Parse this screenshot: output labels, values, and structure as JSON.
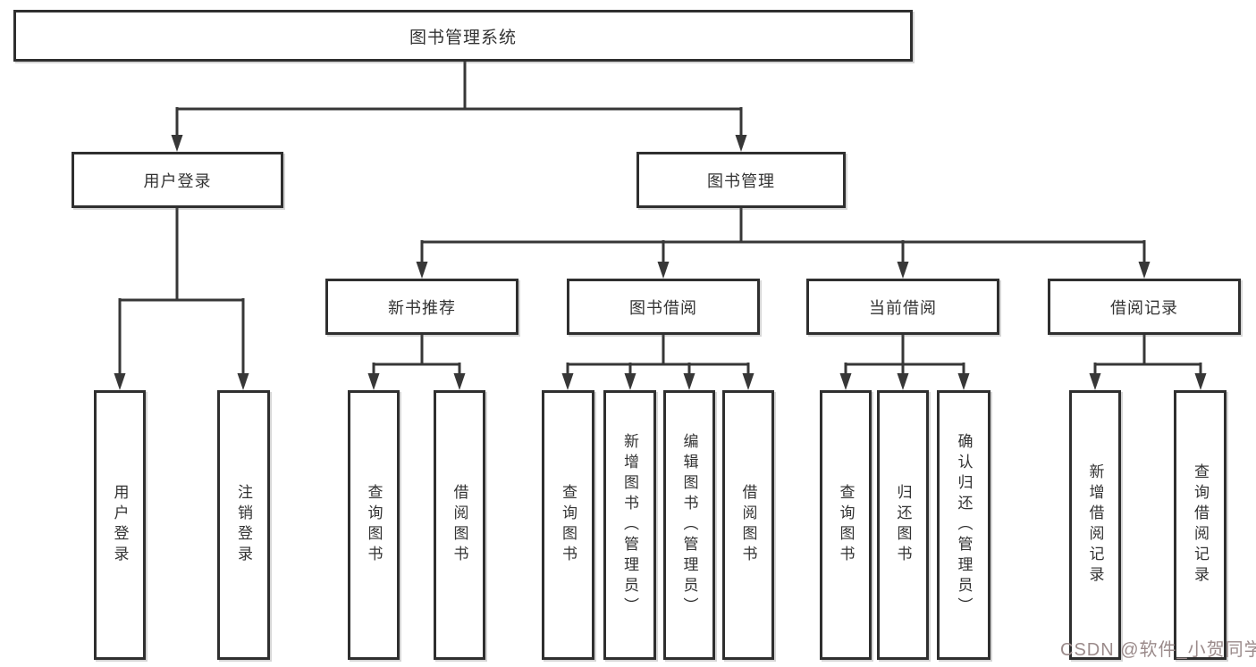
{
  "diagram": {
    "title": "图书管理系统",
    "colors": {
      "line": "#373737",
      "box_border": "#2f2f2f",
      "box_fill": "#ffffff",
      "text": "#333333",
      "watermark": "#9b8b8b"
    },
    "nodes": {
      "root": "图书管理系统",
      "user_login": "用户登录",
      "book_management": "图书管理",
      "new_book_recommend": "新书推荐",
      "book_borrowing": "图书借阅",
      "current_borrowing": "当前借阅",
      "borrowing_records": "借阅记录",
      "leaf_user_login": "用户登录",
      "leaf_logout": "注销登录",
      "leaf_query_books_recommend": "查询图书",
      "leaf_borrow_books_recommend": "借阅图书",
      "leaf_query_books_borrowing": "查询图书",
      "leaf_add_books_admin": "新增图书（管理员）",
      "leaf_edit_books_admin": "编辑图书（管理员）",
      "leaf_borrow_books_borrowing": "借阅图书",
      "leaf_query_books_current": "查询图书",
      "leaf_return_books": "归还图书",
      "leaf_confirm_return_admin": "确认归还（管理员）",
      "leaf_add_borrow_record": "新增借阅记录",
      "leaf_query_borrow_record": "查询借阅记录"
    }
  },
  "watermark": {
    "text": "CSDN @软件_小贺同学"
  }
}
